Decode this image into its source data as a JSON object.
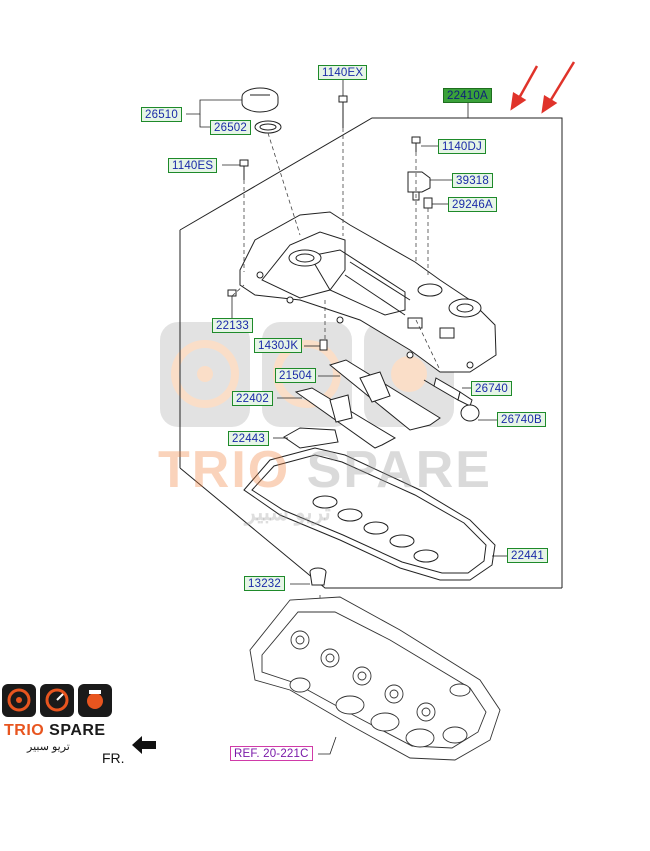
{
  "parts": {
    "p1140EX": "1140EX",
    "p22410A": "22410A",
    "p26510": "26510",
    "p26502": "26502",
    "p1140DJ": "1140DJ",
    "p1140ES": "1140ES",
    "p39318": "39318",
    "p29246A": "29246A",
    "p22133": "22133",
    "p1430JK": "1430JK",
    "p21504": "21504",
    "p26740": "26740",
    "p22402": "22402",
    "p26740B": "26740B",
    "p22443": "22443",
    "p22441": "22441",
    "p13232": "13232"
  },
  "reference": "REF. 20-221C",
  "direction": "FR.",
  "watermark": {
    "text_a": "TRIO",
    "text_b": " SPARE",
    "arabic": "تريو سبير"
  },
  "brand": {
    "name_a": "TRIO",
    "name_b": " SPARE",
    "arabic": "تريو سبير"
  },
  "colors": {
    "label_text": "#1a2aa8",
    "label_border": "#1e8a2a",
    "highlight_fill": "#3aa13a",
    "ref_border": "#d03aa8",
    "arrow_red": "#e0332a",
    "brand_orange": "#e8551f"
  }
}
